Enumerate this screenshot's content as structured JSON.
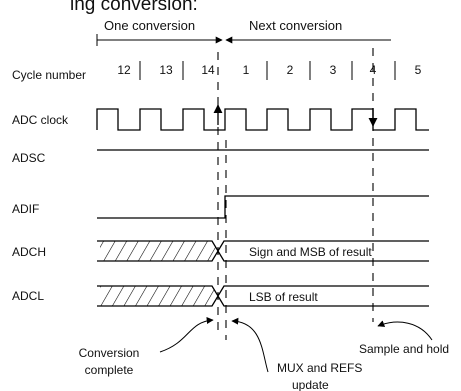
{
  "header_text": "ing conversion:",
  "phases": {
    "left": "One conversion",
    "right": "Next conversion"
  },
  "cycle_label": "Cycle number",
  "cycles": [
    "12",
    "13",
    "14",
    "1",
    "2",
    "3",
    "4",
    "5"
  ],
  "signals": [
    "ADC clock",
    "ADSC",
    "ADIF",
    "ADCH",
    "ADCL"
  ],
  "adch_text": "Sign and MSB of result",
  "adcl_text": "LSB of result",
  "annotations": {
    "conversion": [
      "Conversion",
      "complete"
    ],
    "mux": [
      "MUX and REFS",
      "update"
    ],
    "sample": "Sample and hold"
  }
}
